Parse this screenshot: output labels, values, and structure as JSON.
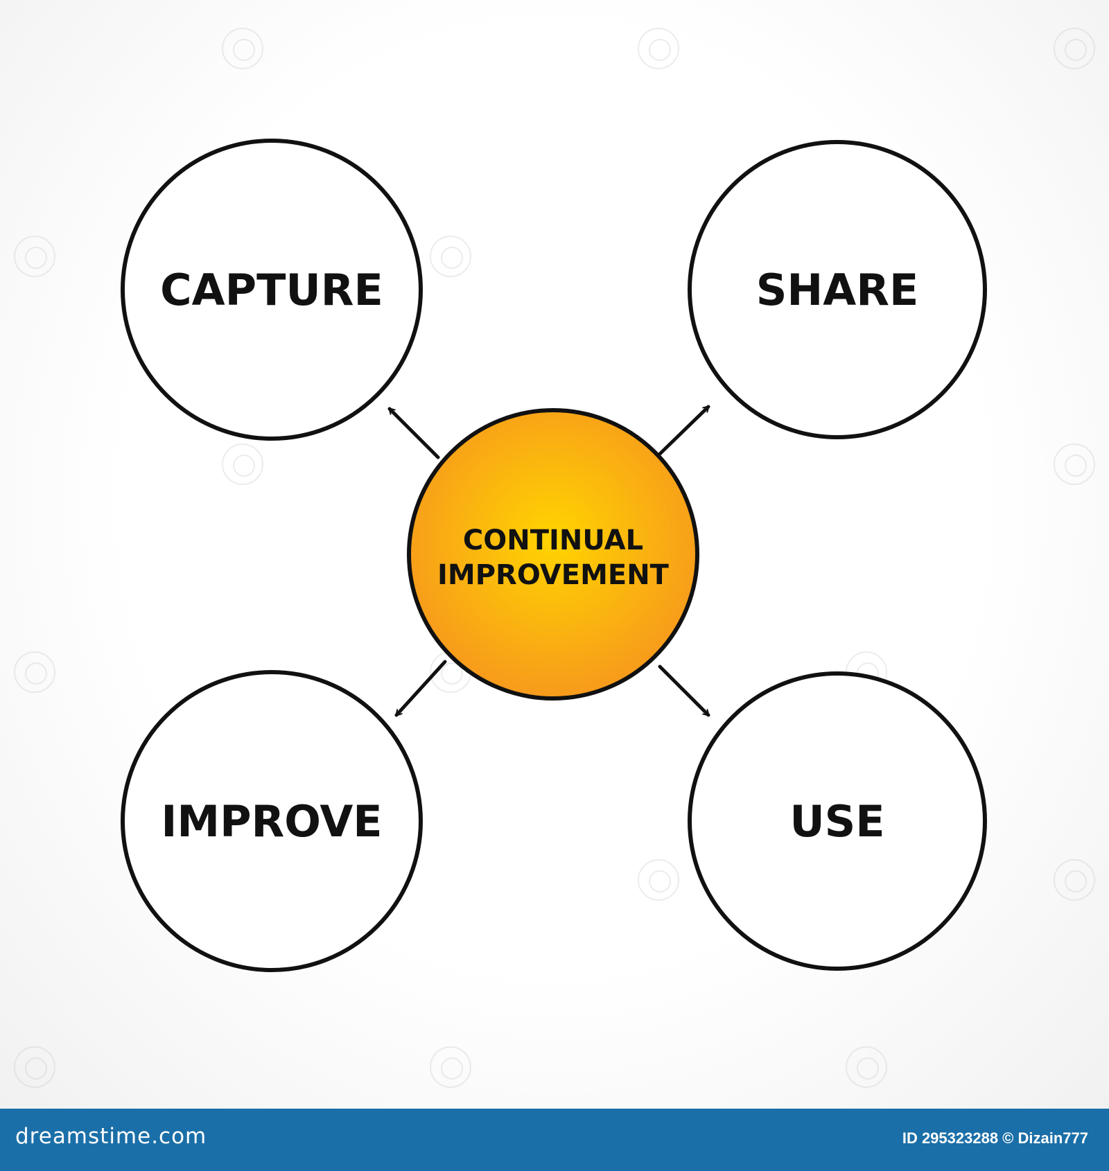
{
  "diagram": {
    "center": {
      "label_line1": "CONTINUAL",
      "label_line2": "IMPROVEMENT"
    },
    "nodes": [
      {
        "id": "capture",
        "label": "CAPTURE"
      },
      {
        "id": "share",
        "label": "SHARE"
      },
      {
        "id": "improve",
        "label": "IMPROVE"
      },
      {
        "id": "use",
        "label": "USE"
      }
    ]
  },
  "colors": {
    "center_fill_inner": "#ffd400",
    "center_fill_outer": "#f79a1c",
    "stroke": "#111111",
    "footer_bg": "#1b6fa8"
  },
  "footer": {
    "brand": "dreamstime.com",
    "meta": "ID 295323288 © Dizain777"
  }
}
